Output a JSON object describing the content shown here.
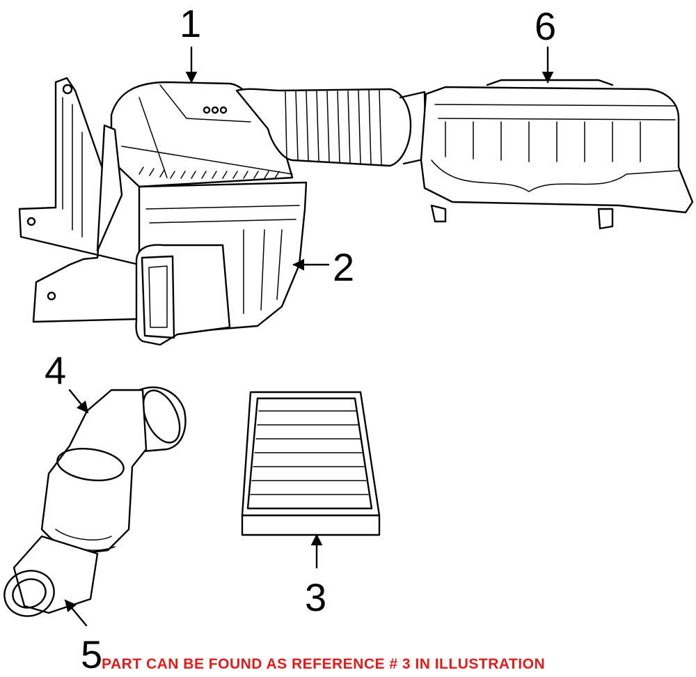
{
  "callouts": {
    "c1": "1",
    "c2": "2",
    "c3": "3",
    "c4": "4",
    "c5": "5",
    "c6": "6"
  },
  "notice": "PART CAN BE FOUND AS REFERENCE # 3 IN ILLUSTRATION",
  "colors": {
    "notice": "#e21b1b",
    "line": "#000000",
    "background": "#ffffff"
  }
}
